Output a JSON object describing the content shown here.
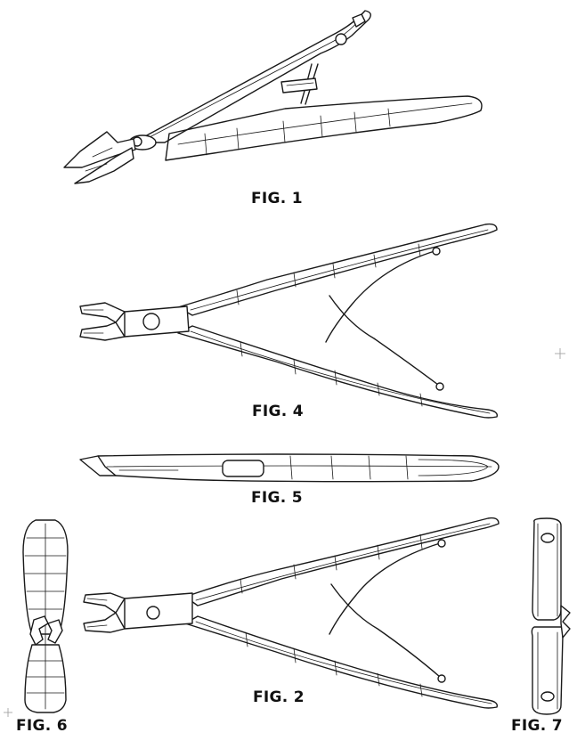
{
  "figures": {
    "fig1": {
      "label": "FIG. 1",
      "view": "perspective"
    },
    "fig2": {
      "label": "FIG. 2",
      "view": "top"
    },
    "fig4": {
      "label": "FIG. 4",
      "view": "bottom"
    },
    "fig5": {
      "label": "FIG. 5",
      "view": "side"
    },
    "fig6": {
      "label": "FIG. 6",
      "view": "front"
    },
    "fig7": {
      "label": "FIG. 7",
      "view": "rear"
    }
  },
  "colors": {
    "line": "#1a1a1a",
    "background": "#ffffff"
  }
}
